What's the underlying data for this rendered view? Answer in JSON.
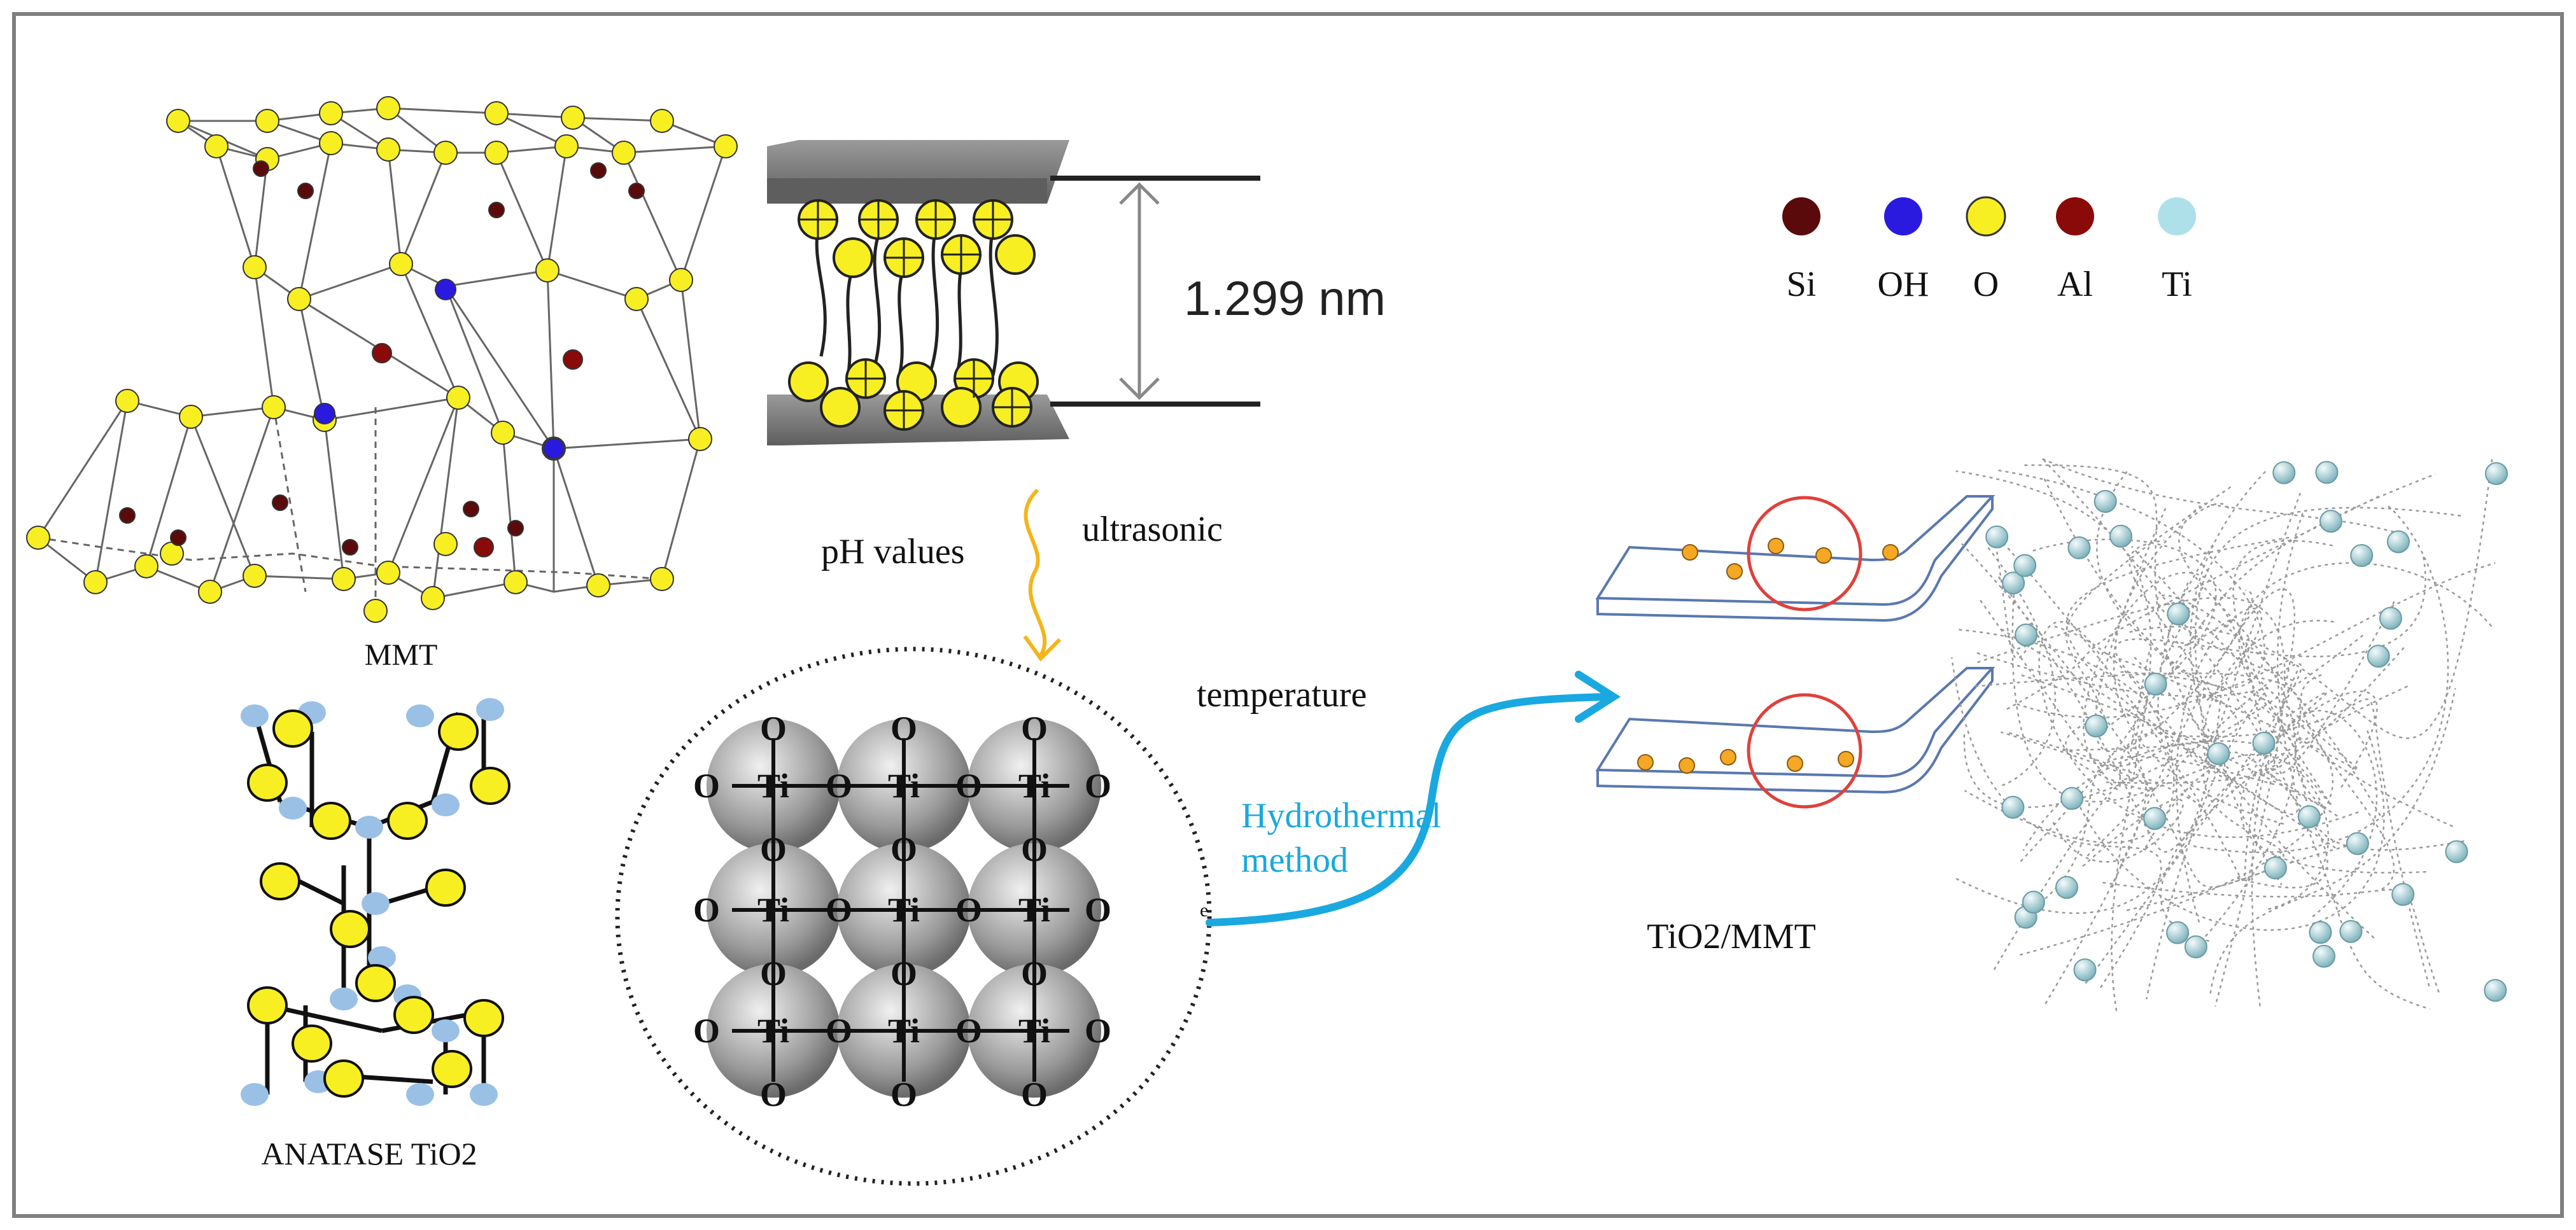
{
  "labels": {
    "mmt": "MMT",
    "anatase": "ANATASE TiO2",
    "spacing": "1.299 nm",
    "ph_values": "pH values",
    "ultrasonic": "ultrasonic",
    "temperature": "temperature",
    "hydrothermal_1": "Hydrothermal",
    "hydrothermal_2": "method",
    "composite": "TiO2/MMT"
  },
  "legend": [
    {
      "label": "Si",
      "color": "#5a0a0a"
    },
    {
      "label": "OH",
      "color": "#2a1ae0"
    },
    {
      "label": "O",
      "color": "#f7ef22"
    },
    {
      "label": "Al",
      "color": "#8a0a0a"
    },
    {
      "label": "Ti",
      "color": "#aee0ea"
    }
  ],
  "lattice": {
    "rows": [
      [
        "O",
        "Ti",
        "O",
        "Ti",
        "O",
        "Ti",
        "O"
      ],
      [
        "O",
        "Ti",
        "O",
        "Ti",
        "O",
        "Ti",
        "O"
      ],
      [
        "O",
        "Ti",
        "O",
        "Ti",
        "O",
        "Ti",
        "O"
      ]
    ],
    "vertical_label": "O"
  },
  "colors": {
    "frame": "#7f7f7f",
    "accent_blue": "#1aa8e0",
    "arrow_orange": "#f4b41a",
    "circle_red": "#e0403a",
    "atom_yellow": "#f7ef22"
  }
}
